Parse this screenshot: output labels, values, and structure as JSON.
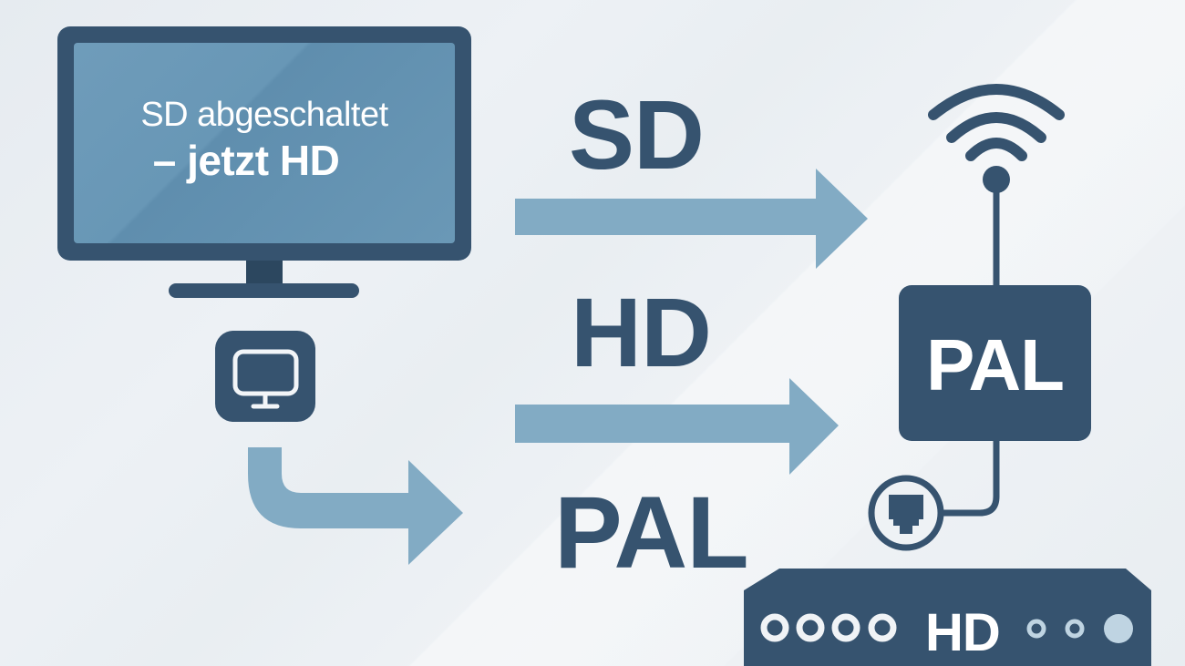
{
  "tv": {
    "screen_line1": "SD abgeschaltet",
    "screen_line2": "– jetzt HD",
    "icon": "television-icon"
  },
  "small_icon": {
    "icon": "monitor-icon"
  },
  "flow_labels": {
    "sd": "SD",
    "hd": "HD",
    "pal": "PAL"
  },
  "arrows": [
    {
      "name": "sd-arrow",
      "direction": "right"
    },
    {
      "name": "hd-arrow",
      "direction": "right"
    },
    {
      "name": "pal-curved-arrow",
      "direction": "down-then-right"
    }
  ],
  "antenna": {
    "icon": "wifi-signal-icon"
  },
  "pal_box": {
    "label": "PAL"
  },
  "connector": {
    "icon": "ethernet-port-icon"
  },
  "set_top_box": {
    "label": "HD",
    "button_count_left": 4,
    "indicator_count_right": 3
  },
  "colors": {
    "background": "#eaeef2",
    "navy": "#36536f",
    "arrow_blue": "#82abc4",
    "screen_blue": "#6a96b4",
    "indicator_light": "#bfd4e2",
    "white": "#ffffff"
  }
}
